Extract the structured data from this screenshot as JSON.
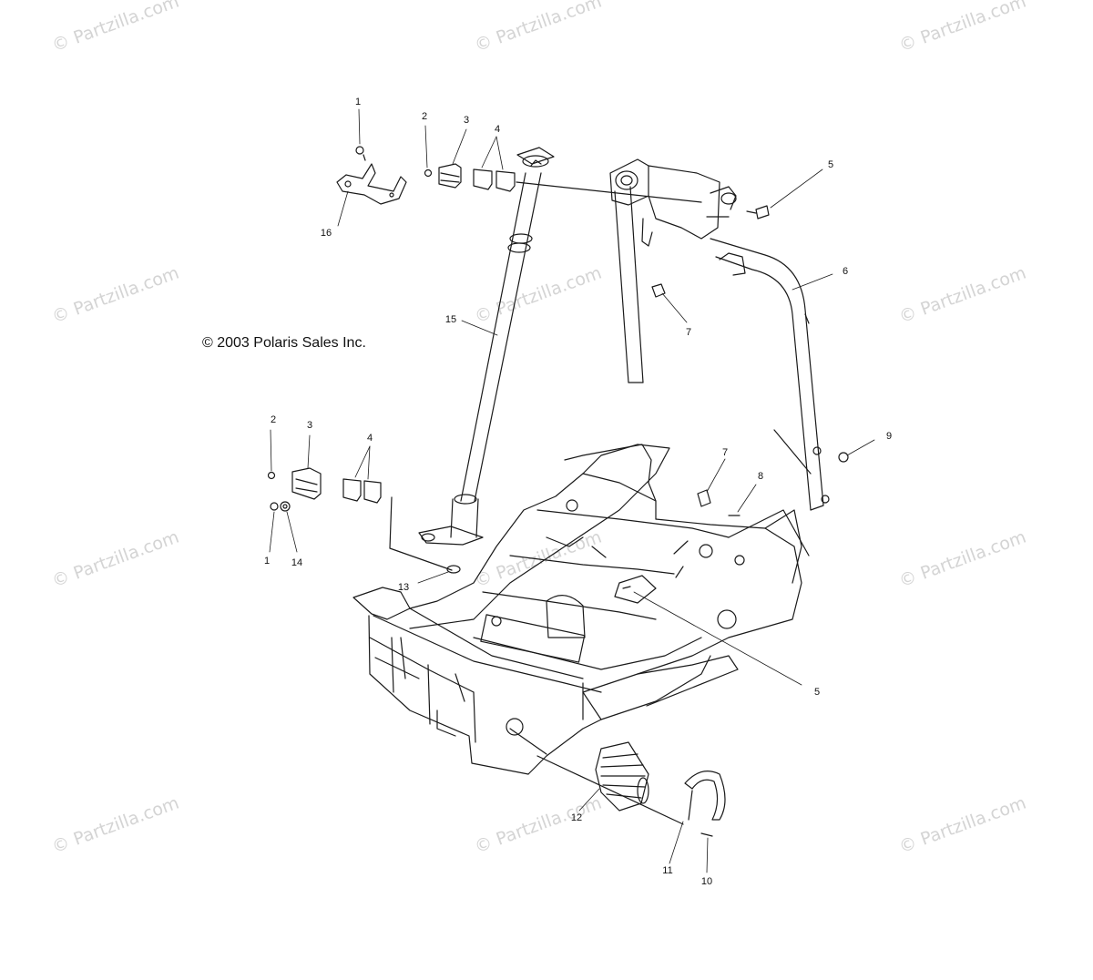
{
  "copyright": "© 2003 Polaris Sales Inc.",
  "watermark": "© Partzilla.com",
  "callouts": {
    "c1a": "1",
    "c2a": "2",
    "c3a": "3",
    "c4a": "4",
    "c5a": "5",
    "c16": "16",
    "c6": "6",
    "c7a": "7",
    "c15": "15",
    "c9": "9",
    "c2b": "2",
    "c3b": "3",
    "c4b": "4",
    "c7b": "7",
    "c8": "8",
    "c1b": "1",
    "c14": "14",
    "c13": "13",
    "c5b": "5",
    "c12": "12",
    "c11": "11",
    "c10": "10"
  },
  "colors": {
    "line": "#1a1a1a",
    "watermark": "#d4d4d4"
  }
}
